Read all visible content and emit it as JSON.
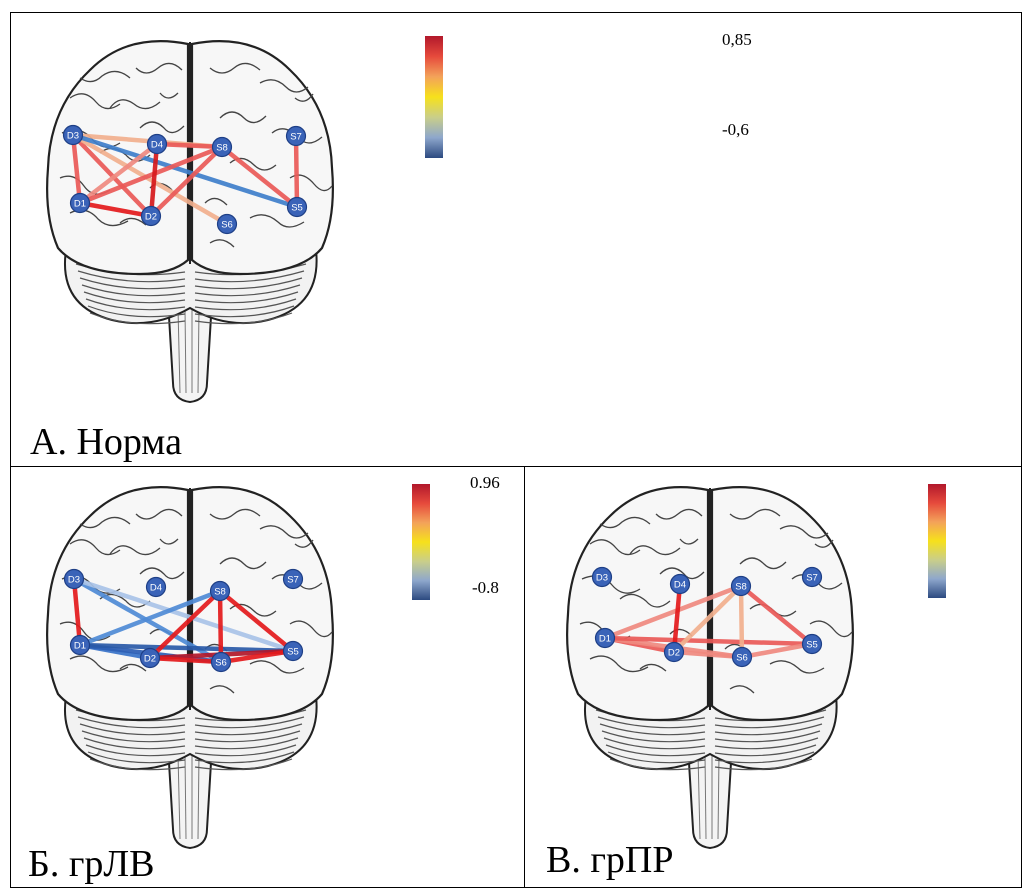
{
  "panels": [
    {
      "id": "A",
      "label": "А. Норма",
      "scale": {
        "max_label": "0,85",
        "min_label": "-0,6",
        "max": 0.85,
        "min": -0.6
      },
      "nodes": [
        "D1",
        "D2",
        "D3",
        "D4",
        "S5",
        "S6",
        "S7",
        "S8"
      ],
      "edges": [
        {
          "from": "D3",
          "to": "D1",
          "color": "#ea5a58"
        },
        {
          "from": "D3",
          "to": "D2",
          "color": "#ea5a58"
        },
        {
          "from": "D3",
          "to": "S8",
          "color": "#f2b08e"
        },
        {
          "from": "D3",
          "to": "S6",
          "color": "#f2b08e"
        },
        {
          "from": "D3",
          "to": "S5",
          "color": "#3f7fcb"
        },
        {
          "from": "D1",
          "to": "D2",
          "color": "#e41a1c"
        },
        {
          "from": "D1",
          "to": "D4",
          "color": "#f08a80"
        },
        {
          "from": "D1",
          "to": "S8",
          "color": "#ea5a58"
        },
        {
          "from": "D4",
          "to": "D2",
          "color": "#d7191c"
        },
        {
          "from": "D4",
          "to": "S8",
          "color": "#ea5a58"
        },
        {
          "from": "D2",
          "to": "S8",
          "color": "#ea5a58"
        },
        {
          "from": "S8",
          "to": "S5",
          "color": "#ea5a58"
        },
        {
          "from": "S7",
          "to": "S5",
          "color": "#ea5a58"
        }
      ]
    },
    {
      "id": "B",
      "label": "Б. грЛВ",
      "scale": {
        "max_label": "0.96",
        "min_label": "-0.8",
        "max": 0.96,
        "min": -0.8
      },
      "nodes": [
        "D1",
        "D2",
        "D3",
        "D4",
        "S5",
        "S6",
        "S7",
        "S8"
      ],
      "edges": [
        {
          "from": "D3",
          "to": "D1",
          "color": "#e41a1c"
        },
        {
          "from": "D3",
          "to": "S6",
          "color": "#4f8bd6"
        },
        {
          "from": "D3",
          "to": "S5",
          "color": "#a9c3e8"
        },
        {
          "from": "D1",
          "to": "D2",
          "color": "#3973c9"
        },
        {
          "from": "D1",
          "to": "S6",
          "color": "#2d5fb5"
        },
        {
          "from": "D1",
          "to": "S5",
          "color": "#2a5aa8"
        },
        {
          "from": "D1",
          "to": "S8",
          "color": "#4f8bd6"
        },
        {
          "from": "D2",
          "to": "S5",
          "color": "#b2182b"
        },
        {
          "from": "D2",
          "to": "S8",
          "color": "#e41a1c"
        },
        {
          "from": "D2",
          "to": "S6",
          "color": "#e41a1c"
        },
        {
          "from": "S8",
          "to": "S6",
          "color": "#e41a1c"
        },
        {
          "from": "S8",
          "to": "S5",
          "color": "#e41a1c"
        },
        {
          "from": "S6",
          "to": "S5",
          "color": "#e41a1c"
        }
      ]
    },
    {
      "id": "C",
      "label": "В. грПР",
      "scale": {
        "max_label": "",
        "min_label": ""
      },
      "nodes": [
        "D1",
        "D2",
        "D3",
        "D4",
        "S5",
        "S6",
        "S7",
        "S8"
      ],
      "edges": [
        {
          "from": "D1",
          "to": "S8",
          "color": "#f08a80"
        },
        {
          "from": "D1",
          "to": "D2",
          "color": "#ea5a58"
        },
        {
          "from": "D1",
          "to": "S6",
          "color": "#f08a80"
        },
        {
          "from": "D1",
          "to": "S5",
          "color": "#ea5a58"
        },
        {
          "from": "D4",
          "to": "D2",
          "color": "#e41a1c"
        },
        {
          "from": "D2",
          "to": "S8",
          "color": "#f2b08e"
        },
        {
          "from": "D2",
          "to": "S6",
          "color": "#f08a80"
        },
        {
          "from": "S8",
          "to": "S6",
          "color": "#f2b08e"
        },
        {
          "from": "S8",
          "to": "S5",
          "color": "#ea5a58"
        },
        {
          "from": "S6",
          "to": "S5",
          "color": "#f08a80"
        }
      ]
    }
  ],
  "colors": {
    "node_fill": "#3a63b8",
    "node_stroke": "#1e3f86",
    "node_text": "#ffffff",
    "colorbar": [
      "#b2182b",
      "#e64a3c",
      "#f3a25a",
      "#f6e11b",
      "#c9ce8a",
      "#8ea7cc",
      "#2c4a80"
    ]
  }
}
